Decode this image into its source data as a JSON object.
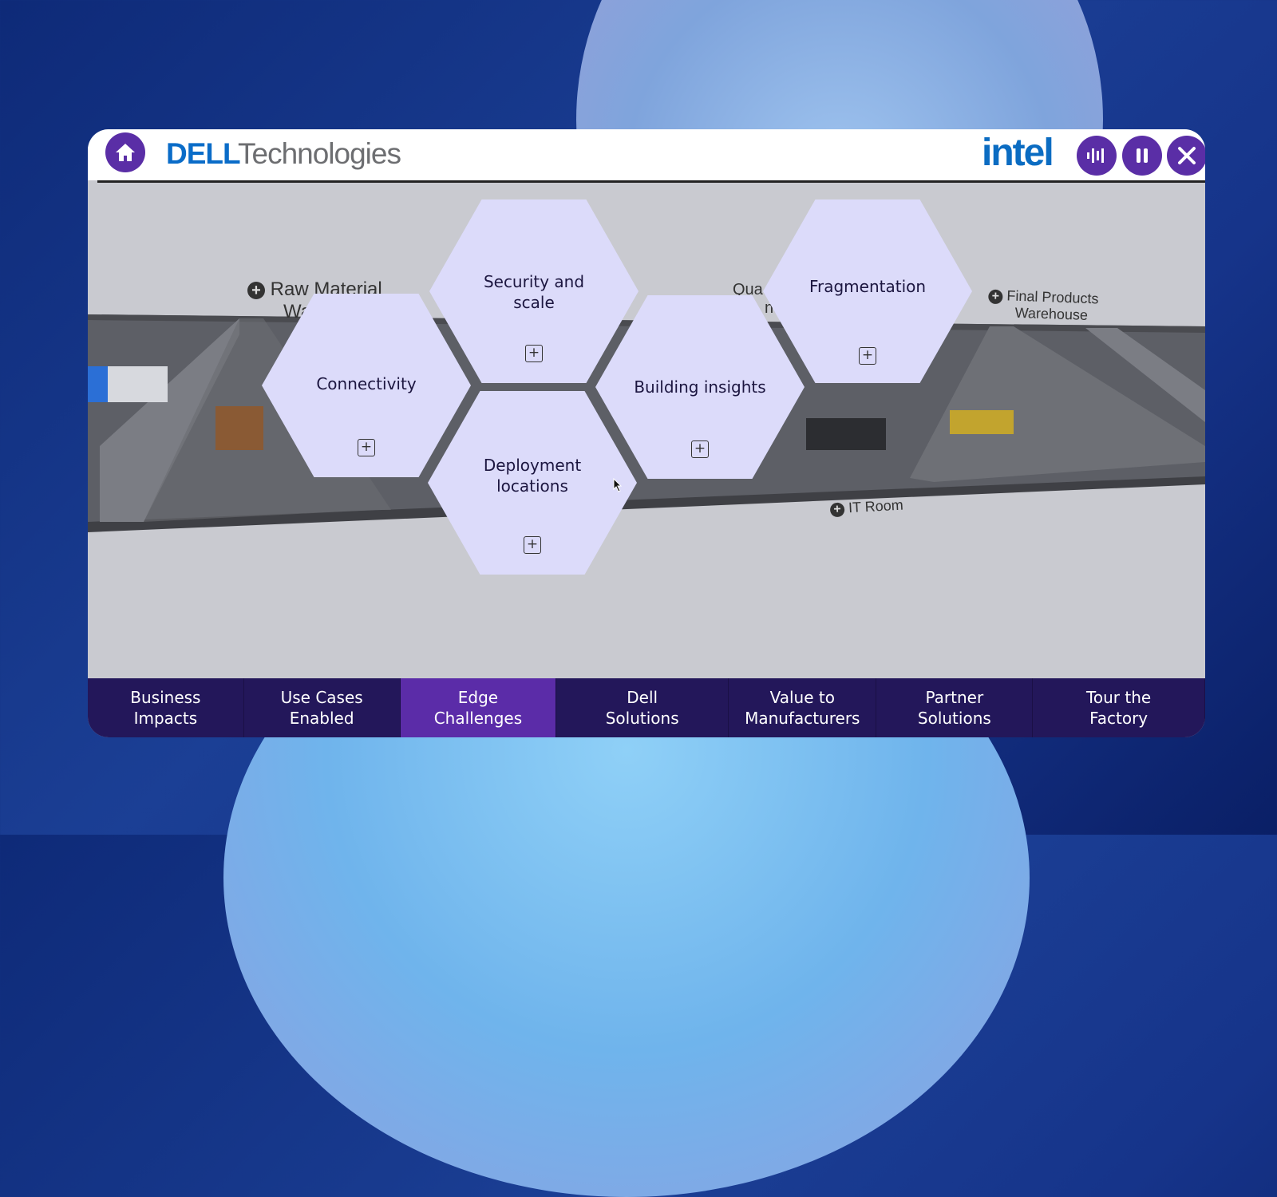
{
  "header": {
    "brand_dell": "DELL",
    "brand_tech": "Technologies",
    "partner": "intel"
  },
  "scene_labels": {
    "raw_material": "Raw Material",
    "raw_material_2": "Wa",
    "quality": "Qua",
    "quality_2": "nt",
    "final_products": "Final Products",
    "final_products_2": "Warehouse",
    "it_room": "IT Room"
  },
  "hexagons": [
    {
      "title": "Connectivity"
    },
    {
      "title": "Security and scale"
    },
    {
      "title": "Deployment locations"
    },
    {
      "title": "Building insights"
    },
    {
      "title": "Fragmentation"
    }
  ],
  "nav": [
    {
      "label": "Business Impacts"
    },
    {
      "label": "Use Cases Enabled"
    },
    {
      "label": "Edge Challenges",
      "active": true
    },
    {
      "label": "Dell Solutions"
    },
    {
      "label": "Value to Manufacturers"
    },
    {
      "label": "Partner Solutions"
    },
    {
      "label": "Tour the Factory"
    }
  ],
  "colors": {
    "accent": "#5a2ea6",
    "nav_bg": "#23175a",
    "hex_fill": "#dcdbfa"
  }
}
